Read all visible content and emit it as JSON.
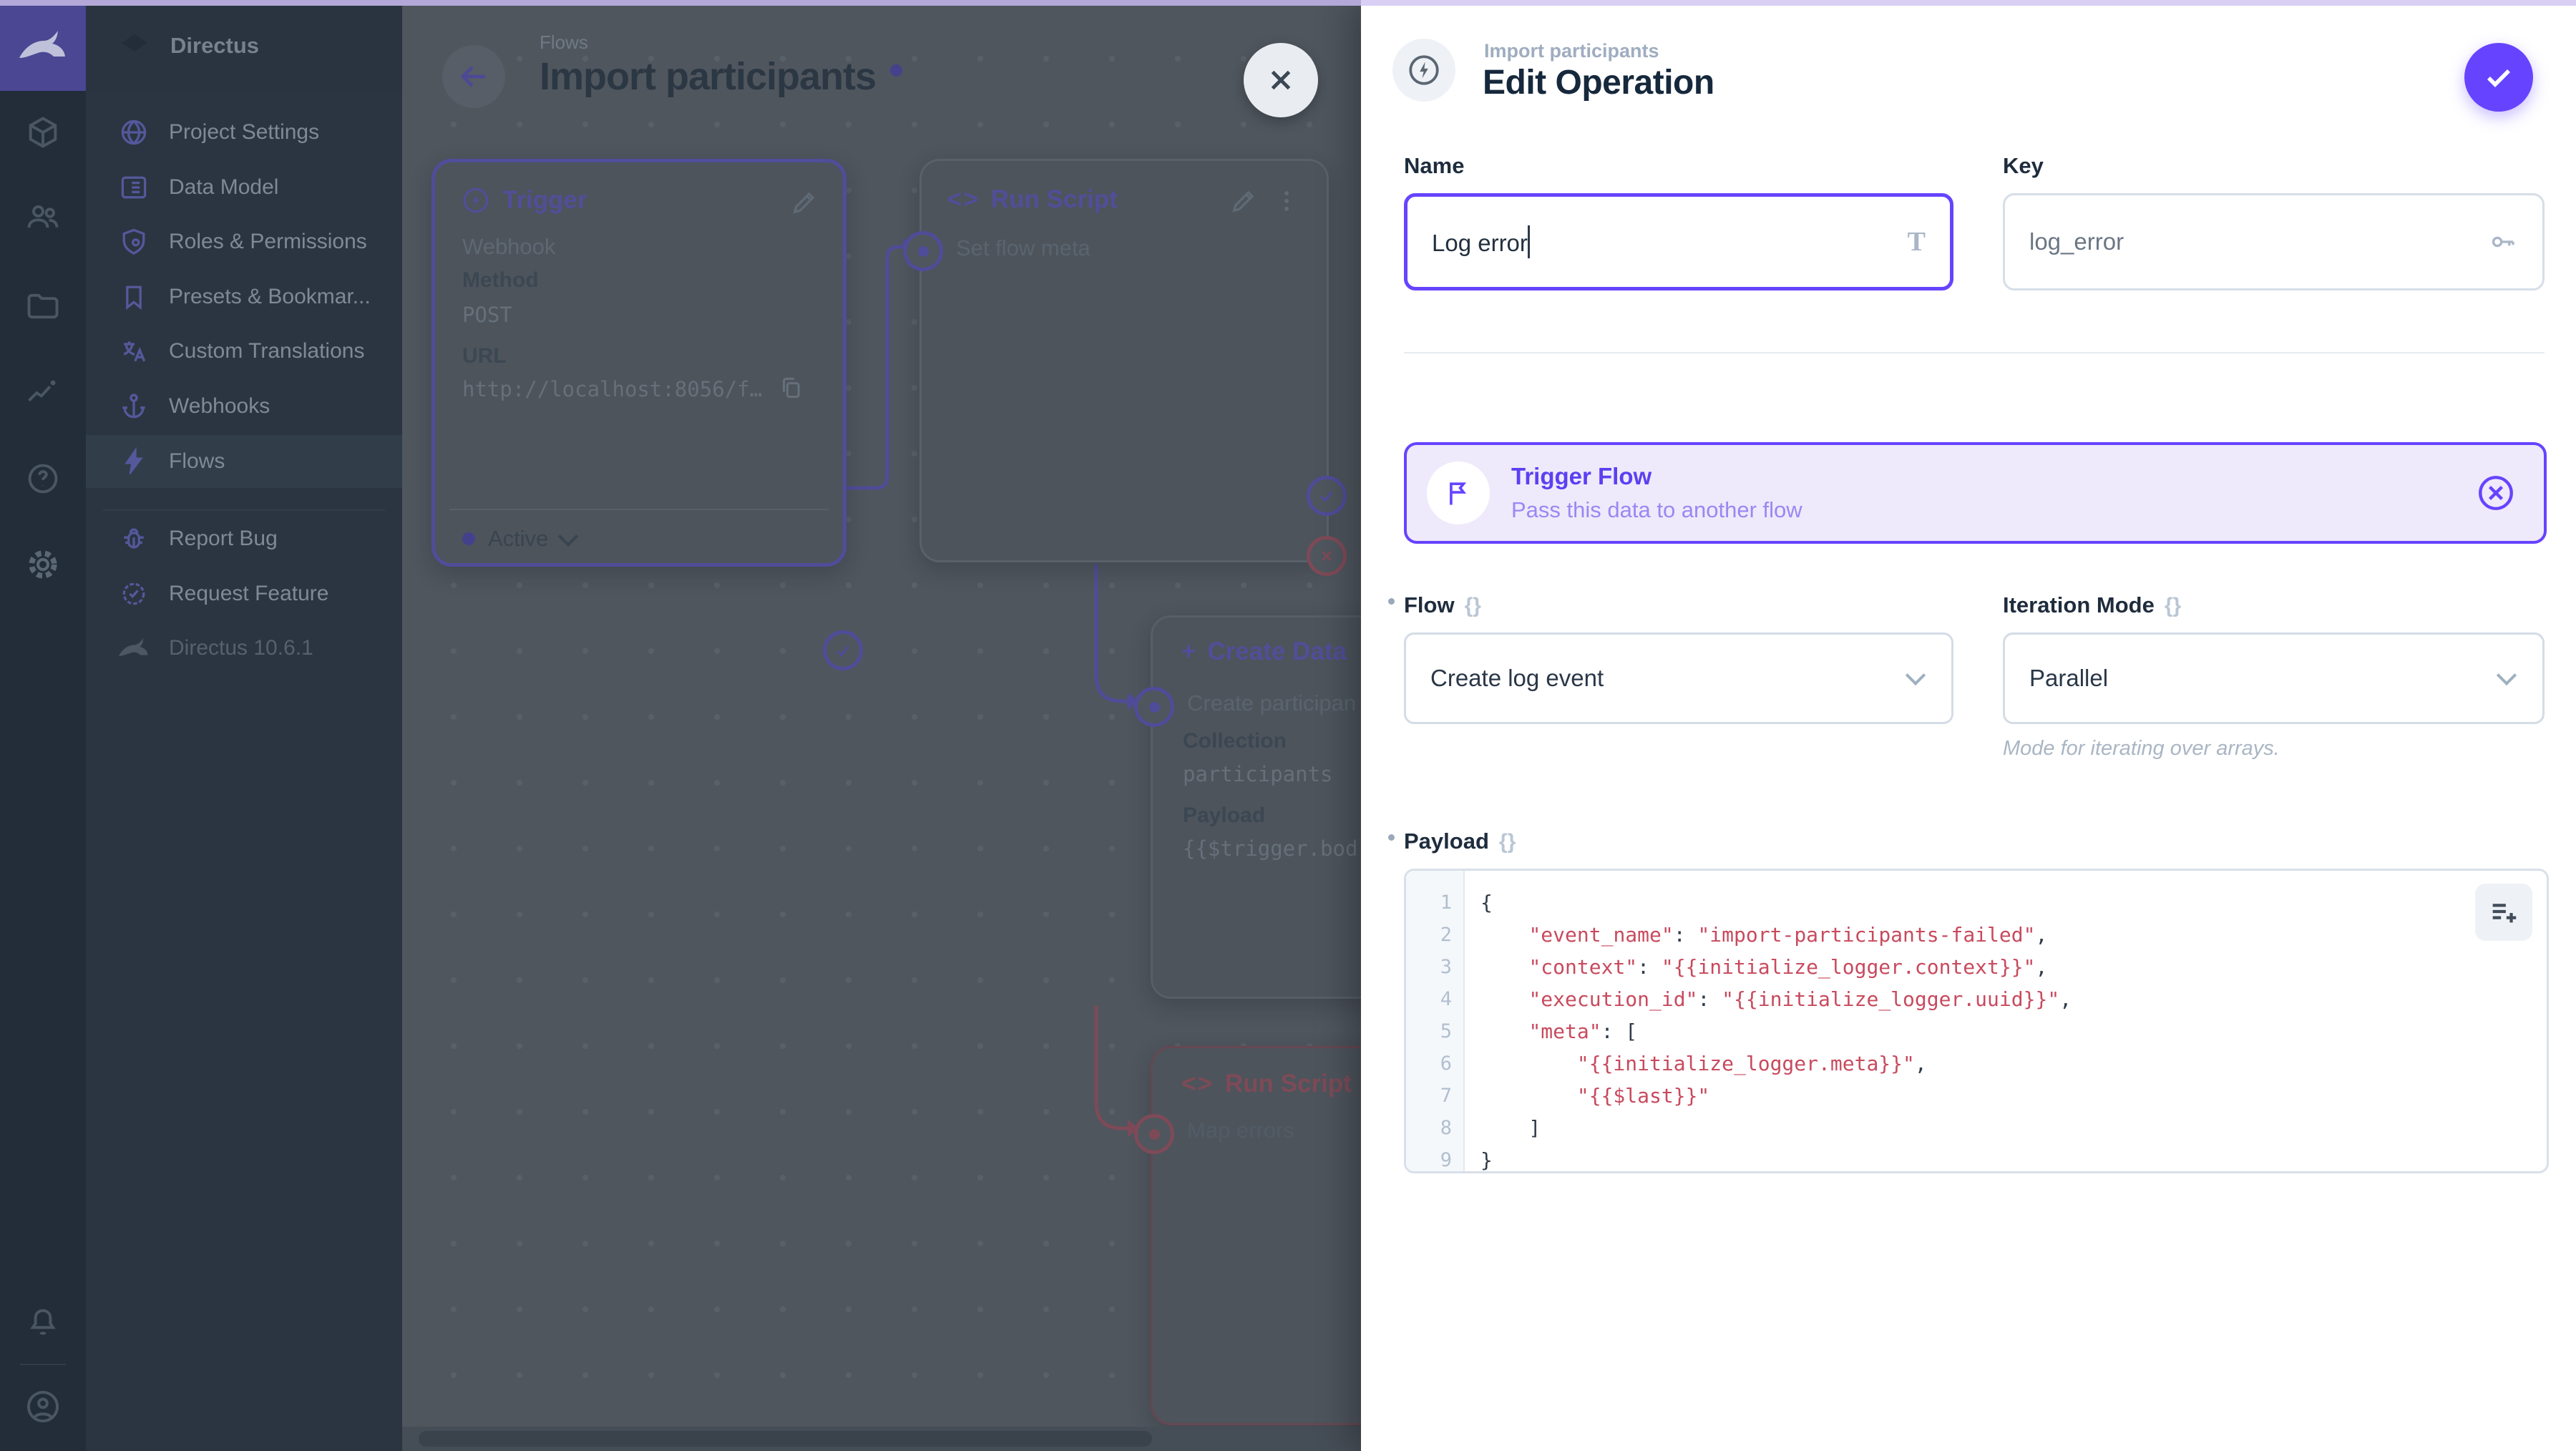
{
  "glyphs": {
    "code": "<>",
    "braces": "{}",
    "plus": "+",
    "title_t": "T"
  },
  "module_bar": {
    "icons": [
      "collections-icon",
      "users-icon",
      "files-icon",
      "insights-icon",
      "help-icon",
      "settings-icon",
      "notifications-icon",
      "account-icon"
    ]
  },
  "sidebar": {
    "project": "Directus",
    "items": [
      {
        "label": "Project Settings"
      },
      {
        "label": "Data Model"
      },
      {
        "label": "Roles & Permissions"
      },
      {
        "label": "Presets & Bookmar..."
      },
      {
        "label": "Custom Translations"
      },
      {
        "label": "Webhooks"
      },
      {
        "label": "Flows"
      }
    ],
    "footer": [
      {
        "label": "Report Bug"
      },
      {
        "label": "Request Feature"
      }
    ],
    "version": "Directus 10.6.1"
  },
  "canvas": {
    "breadcrumb": "Flows",
    "title": "Import participants",
    "trigger": {
      "title": "Trigger",
      "type": "Webhook",
      "method_label": "Method",
      "method": "POST",
      "url_label": "URL",
      "url": "http://localhost:8056/f…",
      "status": "Active"
    },
    "run_script": {
      "title": "Run Script",
      "name": "Set flow meta"
    },
    "create_data": {
      "title": "Create Data",
      "name": "Create participan",
      "collection_label": "Collection",
      "collection": "participants",
      "payload_label": "Payload",
      "payload": "{{$trigger.bod"
    },
    "map_errors": {
      "title": "Run Script",
      "name": "Map errors"
    }
  },
  "drawer": {
    "overline": "Import participants",
    "title": "Edit Operation",
    "name": {
      "label": "Name",
      "value": "Log error"
    },
    "key": {
      "label": "Key",
      "value": "log_error"
    },
    "banner": {
      "title": "Trigger Flow",
      "subtitle": "Pass this data to another flow"
    },
    "flow": {
      "label": "Flow",
      "value": "Create log event"
    },
    "iteration": {
      "label": "Iteration Mode",
      "value": "Parallel",
      "note": "Mode for iterating over arrays."
    },
    "payload": {
      "label": "Payload",
      "lines": [
        [
          [
            "pl",
            "{"
          ]
        ],
        [
          [
            "pl",
            "    "
          ],
          [
            "st",
            "\"event_name\""
          ],
          [
            "pl",
            ": "
          ],
          [
            "st",
            "\"import-participants-failed\""
          ],
          [
            "pl",
            ","
          ]
        ],
        [
          [
            "pl",
            "    "
          ],
          [
            "st",
            "\"context\""
          ],
          [
            "pl",
            ": "
          ],
          [
            "st",
            "\"{{initialize_logger.context}}\""
          ],
          [
            "pl",
            ","
          ]
        ],
        [
          [
            "pl",
            "    "
          ],
          [
            "st",
            "\"execution_id\""
          ],
          [
            "pl",
            ": "
          ],
          [
            "st",
            "\"{{initialize_logger.uuid}}\""
          ],
          [
            "pl",
            ","
          ]
        ],
        [
          [
            "pl",
            "    "
          ],
          [
            "st",
            "\"meta\""
          ],
          [
            "pl",
            ": ["
          ]
        ],
        [
          [
            "pl",
            "        "
          ],
          [
            "st",
            "\"{{initialize_logger.meta}}\""
          ],
          [
            "pl",
            ","
          ]
        ],
        [
          [
            "pl",
            "        "
          ],
          [
            "st",
            "\"{{$last}}\""
          ]
        ],
        [
          [
            "pl",
            "    ]"
          ]
        ],
        [
          [
            "pl",
            "}"
          ]
        ]
      ]
    }
  },
  "colors": {
    "accent": "#6644ff"
  }
}
